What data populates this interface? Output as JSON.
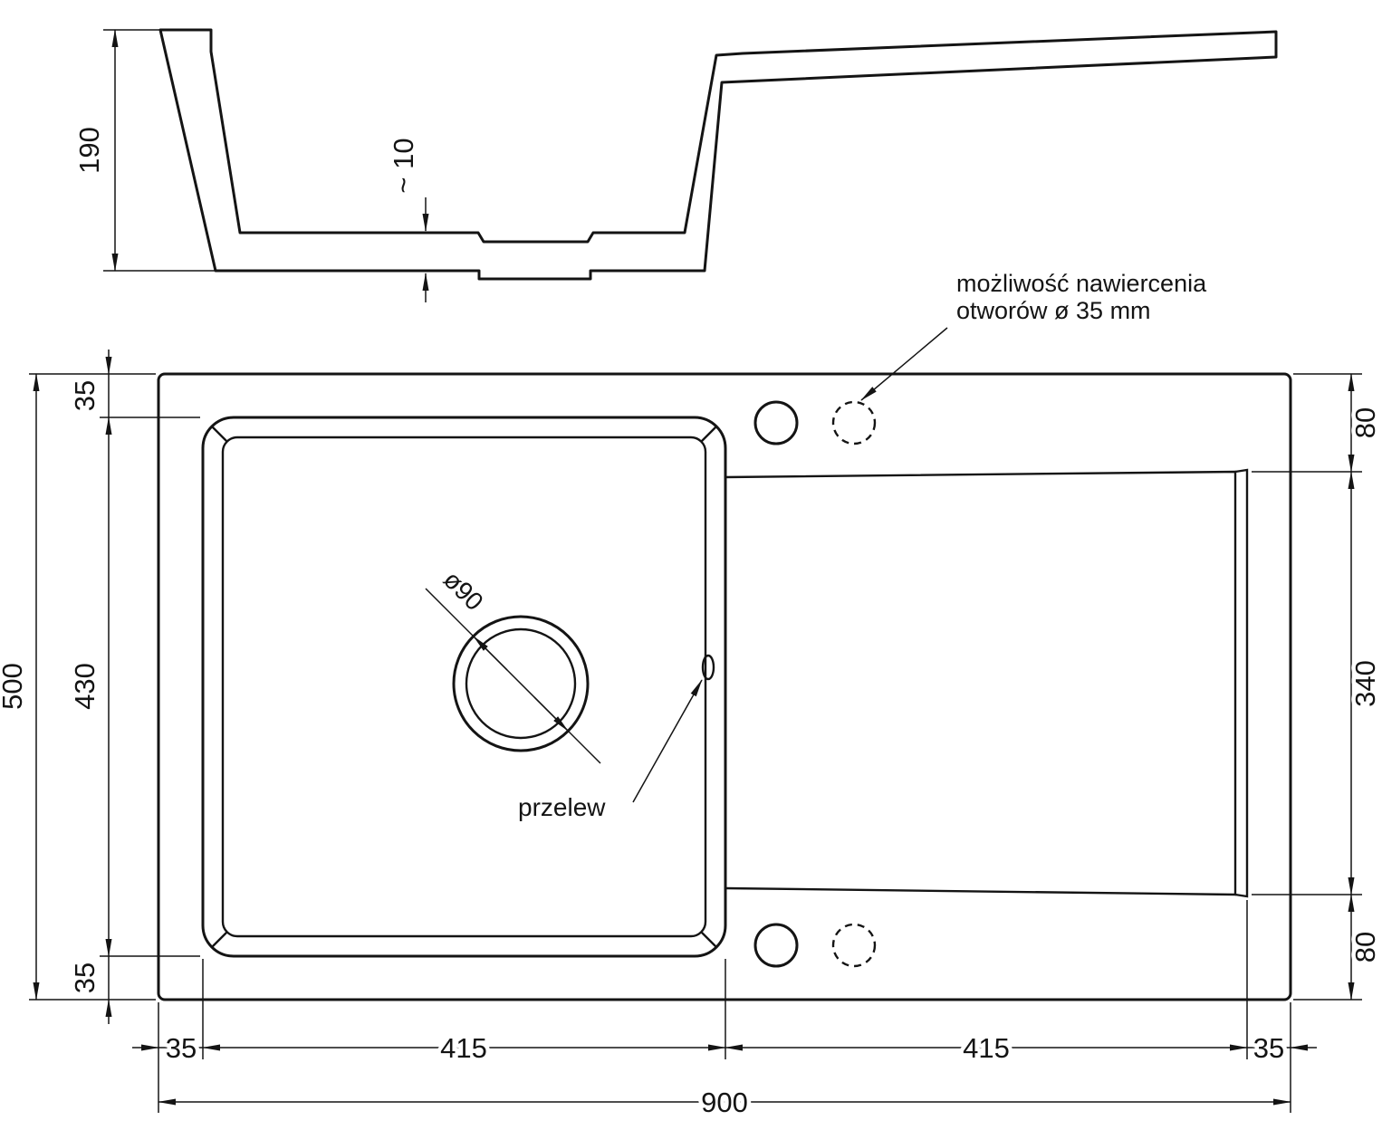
{
  "section_view": {
    "depth_label": "190",
    "bottom_thickness_label": "~ 10"
  },
  "plan_view": {
    "width_label": "900",
    "height_label": "500",
    "margin_top_label": "35",
    "bowl_height_label": "430",
    "margin_bottom_label": "35",
    "right_top_label": "80",
    "right_middle_label": "340",
    "right_bottom_label": "80",
    "bottom_margin_left_label": "35",
    "bowl_width_label": "415",
    "drainer_width_label": "415",
    "bottom_margin_right_label": "35",
    "drain_diameter_label": "ø90",
    "overflow_label": "przelew",
    "drill_note_line1": "możliwość nawiercenia",
    "drill_note_line2": "otworów ø 35 mm"
  }
}
